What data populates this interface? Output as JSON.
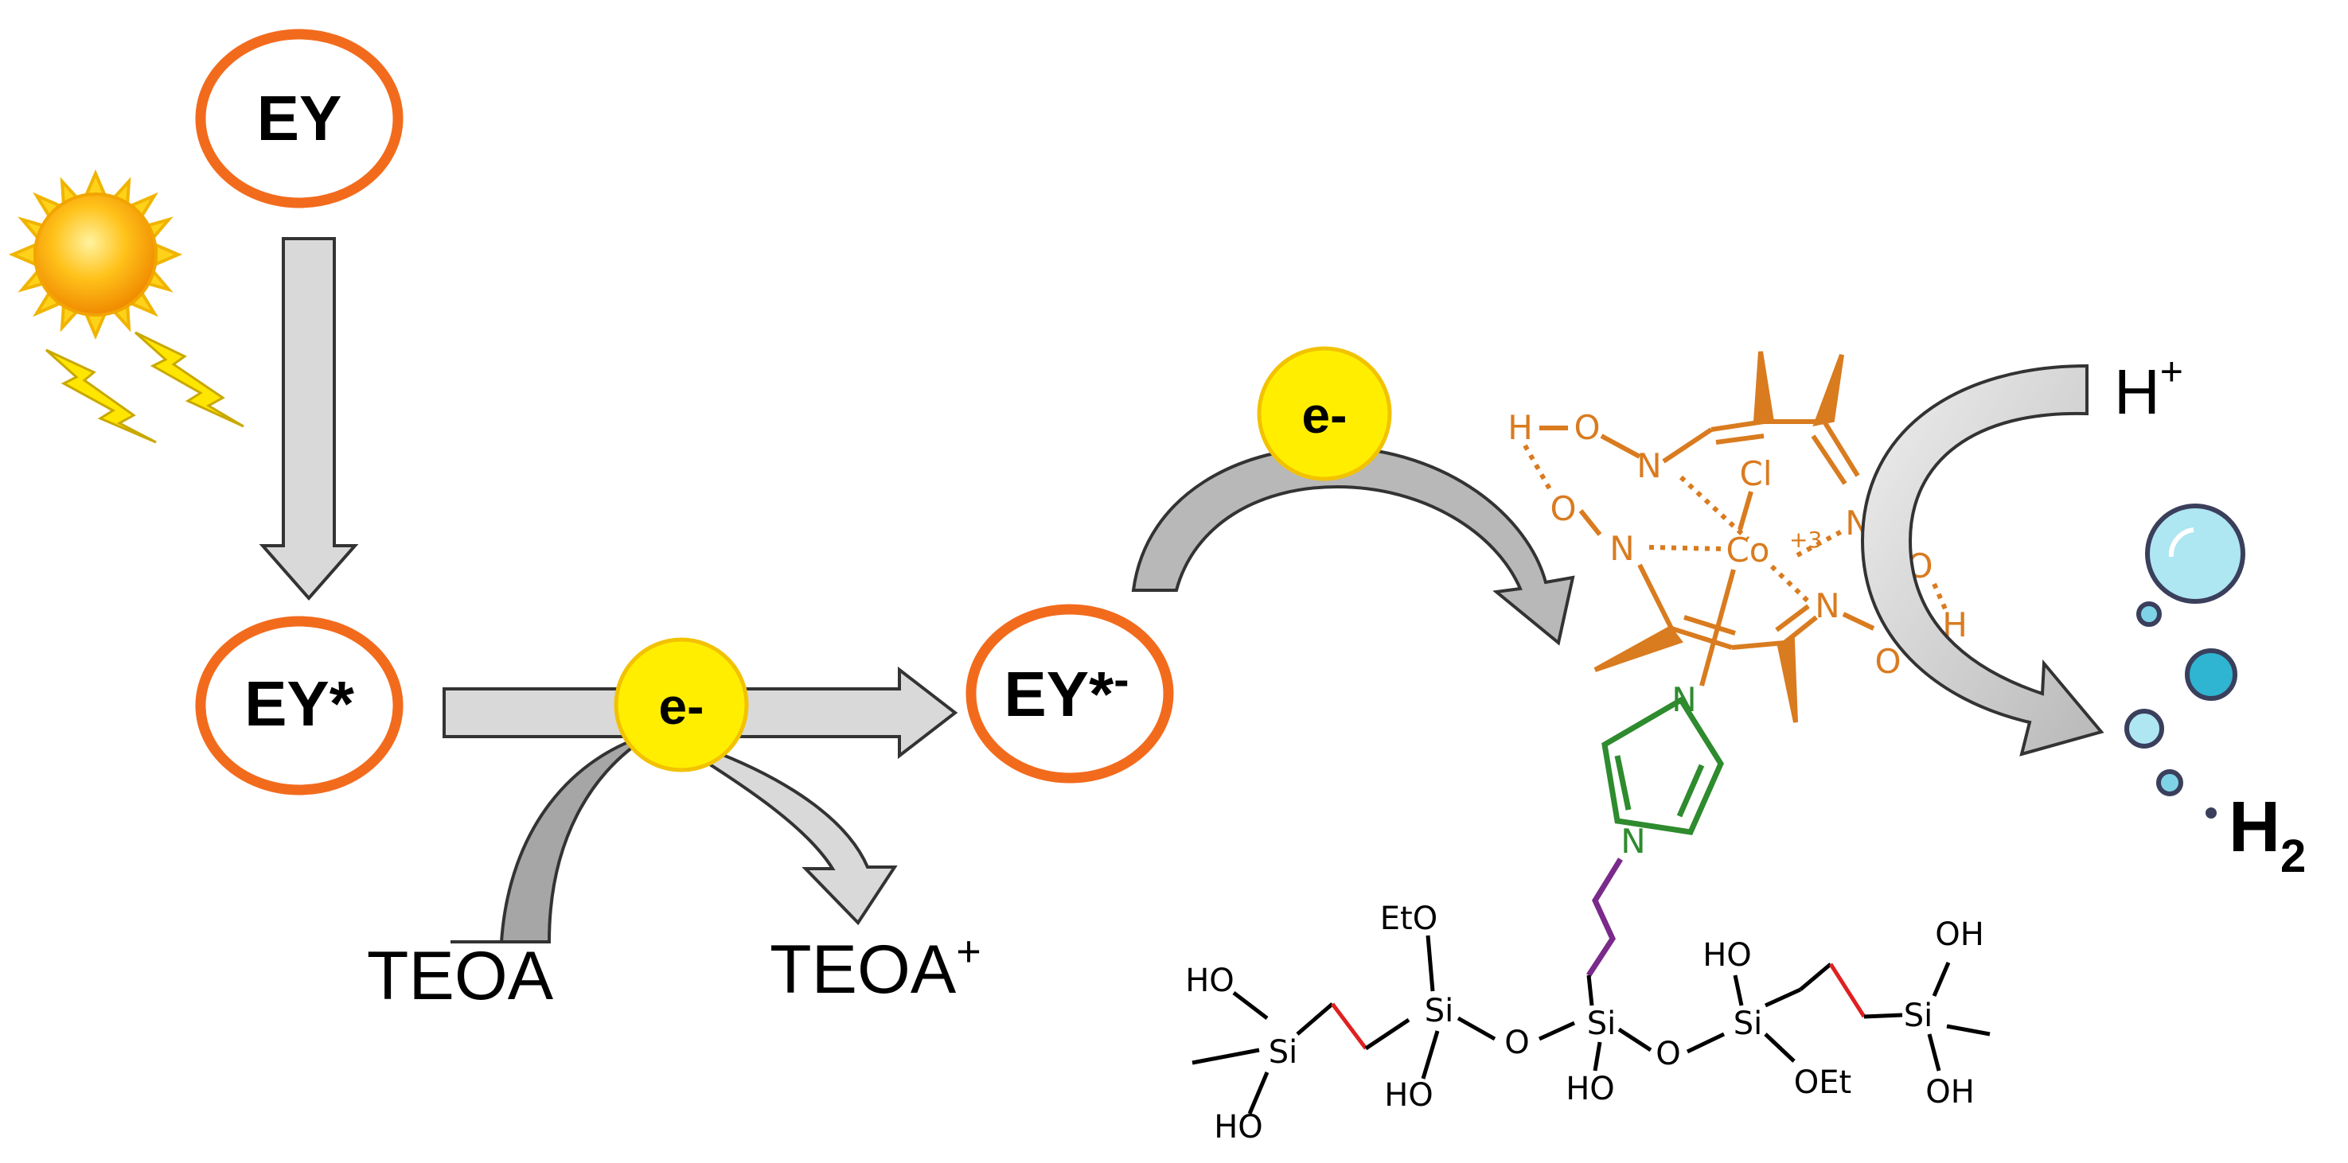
{
  "species": {
    "ey": "EY",
    "ey_excited": "EY*",
    "ey_radical_main": "EY*",
    "ey_radical_sup": "-",
    "teoa": "TEOA",
    "teoa_plus_main": "TEOA",
    "teoa_plus_sup": "+",
    "proton_main": "H",
    "proton_sup": "+",
    "hydrogen_main": "H",
    "hydrogen_sub": "2"
  },
  "electron_label": "e-",
  "cobaloxime": {
    "atoms": {
      "h1": "H",
      "o1": "O",
      "n1": "N",
      "o2": "O",
      "n2": "N",
      "cl": "Cl",
      "co": "Co",
      "co_charge": "+3",
      "n3": "N",
      "o3": "O",
      "h2": "H",
      "n4": "N",
      "o4": "O"
    }
  },
  "imidazole": {
    "n_top": "N",
    "n_bottom": "N"
  },
  "siloxane": {
    "si1": "Si",
    "si2": "Si",
    "si3": "Si",
    "si4": "Si",
    "si5": "Si",
    "ho1": "HO",
    "ho2": "HO",
    "eto1": "EtO",
    "ho3": "HO",
    "o1": "O",
    "ho4": "HO",
    "o2": "O",
    "ho5": "HO",
    "oet2": "OEt",
    "oh1": "OH",
    "oh2": "OH"
  },
  "colors": {
    "ring": "#f26b1d",
    "electron": "#ffee00",
    "electron_stroke": "#f2c200",
    "arrow_fill": "#d9d9d9",
    "arrow_dark": "#a6a6a6",
    "cobalt": "#d97b1f",
    "imidazole": "#2e8b2e",
    "linker": "#7a2a8a",
    "red_bond": "#e02020",
    "bubble": "#7fd3e6",
    "bubble_outline": "#3a3f5c"
  }
}
